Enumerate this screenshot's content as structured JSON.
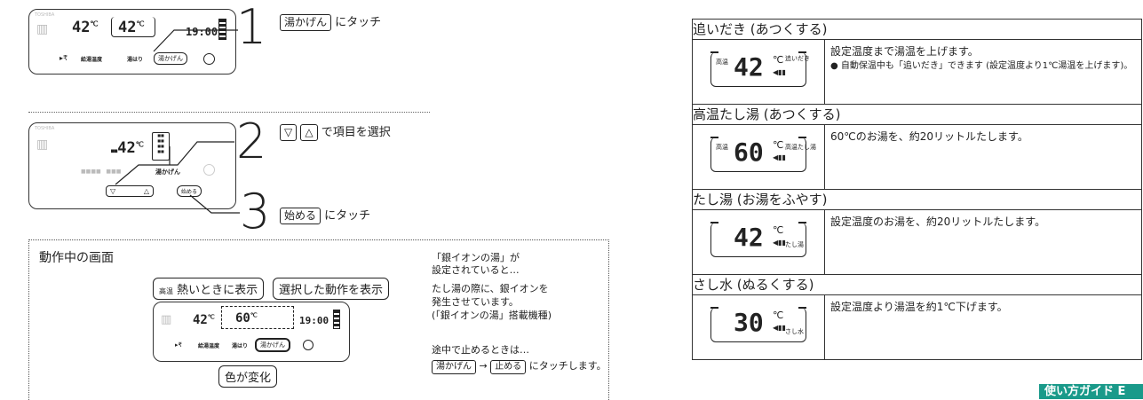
{
  "panel1": {
    "brand": "TOSHIBA",
    "temp_left": "42",
    "temp_right": "42",
    "unit": "℃",
    "time": "19:00",
    "labels": [
      "給湯温度",
      "湯はり"
    ],
    "active_button": "湯かげん"
  },
  "step1": {
    "number": "1",
    "key": "湯かげん",
    "text": "にタッチ"
  },
  "panel2": {
    "brand": "TOSHIBA",
    "temp": "42",
    "unit": "℃",
    "menu_label": "湯かげん",
    "start_button": "始める",
    "down_button": "▽",
    "up_button": "△"
  },
  "step2": {
    "number": "2",
    "key_down": "▽",
    "key_up": "△",
    "text": "で項目を選択"
  },
  "step3": {
    "number": "3",
    "key": "始める",
    "text": "にタッチ"
  },
  "operation": {
    "title": "動作中の画面",
    "callout_hot_prefix": "高温",
    "callout_hot": "熱いときに表示",
    "callout_selected": "選択した動作を表示",
    "callout_color": "色が変化",
    "lcd_temp_left": "42",
    "lcd_temp_mid": "60",
    "lcd_time": "19:00",
    "lcd_labels": [
      "給湯温度",
      "湯はり"
    ],
    "active_button": "湯かげん",
    "note1_line1": "「銀イオンの湯」が",
    "note1_line2": "設定されていると…",
    "note2_line1": "たし湯の際に、銀イオンを",
    "note2_line2": "発生させています。",
    "note2_line3": "(「銀イオンの湯」搭載機種)",
    "note3": "途中で止めるときは…",
    "stop_key1": "湯かげん",
    "arrow": "→",
    "stop_key2": "止める",
    "stop_text": "にタッチします。"
  },
  "guide": {
    "rows": [
      {
        "heading": "追いだき (あつくする)",
        "lcd_prefix": "高温",
        "lcd_value": "42",
        "lcd_unit": "℃",
        "lcd_tag": "追いだき",
        "desc": "設定温度まで湯温を上げます。",
        "bullet": "● 自動保温中も「追いだき」できます (設定温度より1℃湯温を上げます)。"
      },
      {
        "heading": "高温たし湯 (あつくする)",
        "lcd_prefix": "高温",
        "lcd_value": "60",
        "lcd_unit": "℃",
        "lcd_tag": "高温たし湯",
        "desc": "60℃のお湯を、約20リットルたします。",
        "bullet": ""
      },
      {
        "heading": "たし湯 (お湯をふやす)",
        "lcd_prefix": "",
        "lcd_value": "42",
        "lcd_unit": "℃",
        "lcd_tag": "たし湯",
        "desc": "設定温度のお湯を、約20リットルたします。",
        "bullet": ""
      },
      {
        "heading": "さし水 (ぬるくする)",
        "lcd_prefix": "",
        "lcd_value": "30",
        "lcd_unit": "℃",
        "lcd_tag": "さし水",
        "desc": "設定温度より湯温を約1℃下げます。",
        "bullet": ""
      }
    ]
  },
  "badge": "使い方ガイド E",
  "colors": {
    "badge": "#1a9a8a"
  }
}
